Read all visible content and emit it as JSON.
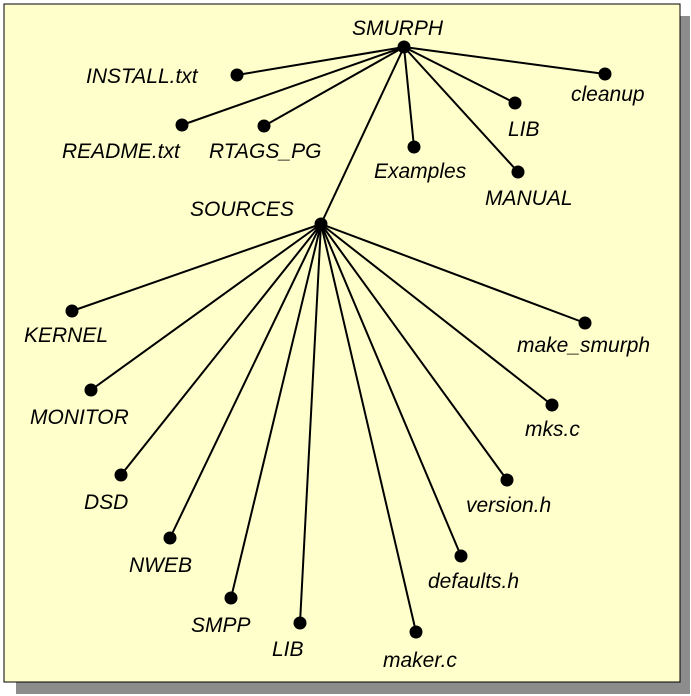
{
  "colors": {
    "panel_fill": "#ffffcc",
    "panel_border": "#000000",
    "shadow": "#8c8c8c",
    "ink": "#000000"
  },
  "tree": {
    "root": {
      "id": "smurph",
      "label": "SMURPH"
    },
    "root_children": [
      {
        "id": "install",
        "label": "INSTALL.txt"
      },
      {
        "id": "readme",
        "label": "README.txt"
      },
      {
        "id": "rtags",
        "label": "RTAGS_PG"
      },
      {
        "id": "sources",
        "label": "SOURCES"
      },
      {
        "id": "examples",
        "label": "Examples"
      },
      {
        "id": "manual",
        "label": "MANUAL"
      },
      {
        "id": "lib-top",
        "label": "LIB"
      },
      {
        "id": "cleanup",
        "label": "cleanup"
      }
    ],
    "sources_children": [
      {
        "id": "kernel",
        "label": "KERNEL"
      },
      {
        "id": "monitor",
        "label": "MONITOR"
      },
      {
        "id": "dsd",
        "label": "DSD"
      },
      {
        "id": "nweb",
        "label": "NWEB"
      },
      {
        "id": "smpp",
        "label": "SMPP"
      },
      {
        "id": "lib-src",
        "label": "LIB"
      },
      {
        "id": "maker",
        "label": "maker.c"
      },
      {
        "id": "defaults",
        "label": "defaults.h"
      },
      {
        "id": "version",
        "label": "version.h"
      },
      {
        "id": "mks",
        "label": "mks.c"
      },
      {
        "id": "make-smurph",
        "label": "make_smurph"
      }
    ]
  }
}
